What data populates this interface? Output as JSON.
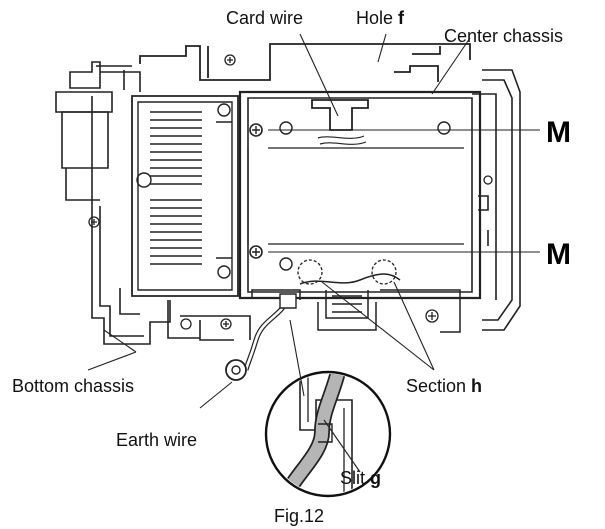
{
  "labels": {
    "card_wire": "Card wire",
    "hole_prefix": "Hole ",
    "hole_letter": "f",
    "center_chassis": "Center chassis",
    "marker_m_top": "M",
    "marker_m_bottom": "M",
    "bottom_chassis": "Bottom chassis",
    "section_prefix": "Section ",
    "section_letter": "h",
    "earth_wire": "Earth wire",
    "slit_prefix": "Slit ",
    "slit_letter": "g"
  },
  "caption": "Fig.12"
}
